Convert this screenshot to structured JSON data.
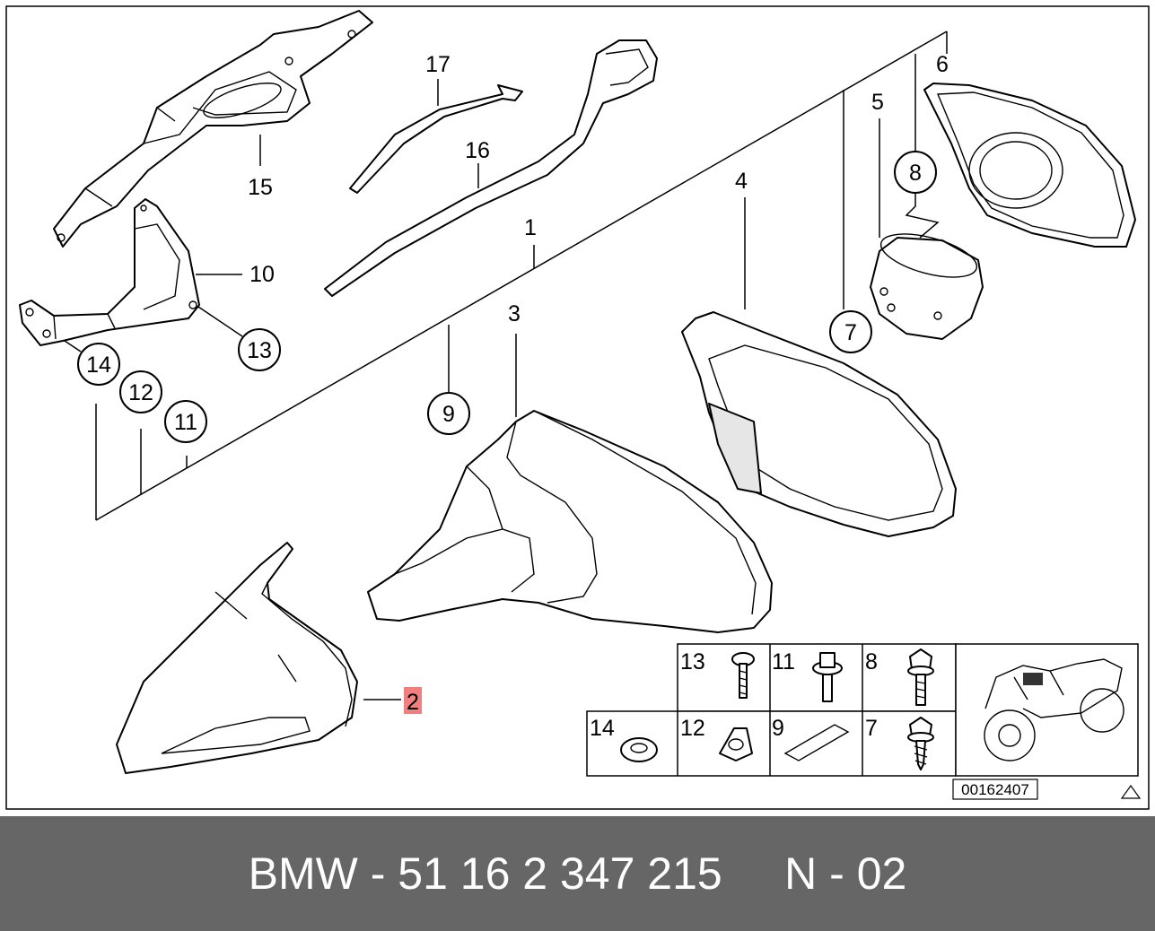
{
  "diagram": {
    "labels": {
      "p1": "1",
      "p2": "2",
      "p3": "3",
      "p4": "4",
      "p5": "5",
      "p6": "6",
      "p7": "7",
      "p8": "8",
      "p9": "9",
      "p10": "10",
      "p11": "11",
      "p12": "12",
      "p13": "13",
      "p14": "14",
      "p15": "15",
      "p16": "16",
      "p17": "17"
    },
    "legend": {
      "cell_13": "13",
      "cell_11": "11",
      "cell_8": "8",
      "cell_14": "14",
      "cell_12": "12",
      "cell_9": "9",
      "cell_7": "7"
    },
    "reference_number": "00162407",
    "highlight_color": "#f08080"
  },
  "footer": {
    "text": "BMW - 51 16 2 347 215     N - 02",
    "background": "#666666"
  }
}
